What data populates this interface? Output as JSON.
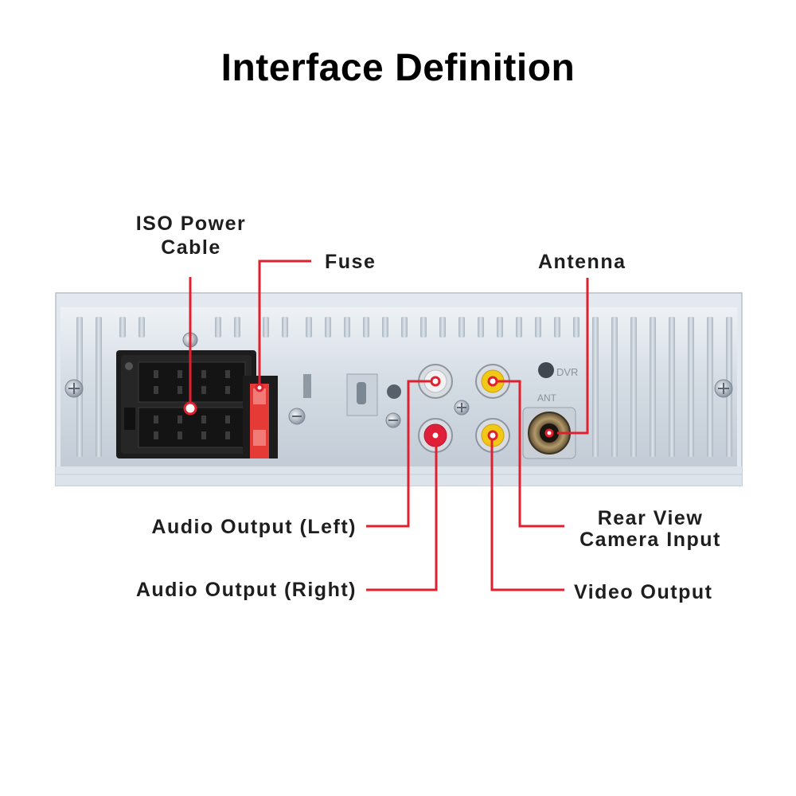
{
  "title": "Interface Definition",
  "labels": {
    "iso_power_cable": [
      "ISO Power",
      "Cable"
    ],
    "fuse": "Fuse",
    "antenna": "Antenna",
    "audio_output_left": "Audio Output (Left)",
    "audio_output_right": "Audio Output (Right)",
    "rear_view_camera_input": [
      "Rear View",
      "Camera Input"
    ],
    "video_output": "Video Output"
  },
  "panel_markings": {
    "dvr": "DVR",
    "ant": "ANT"
  },
  "colors": {
    "leader_line": "#e0202e",
    "panel": "#d6dde5",
    "rca_white": "#f2f2f2",
    "rca_red": "#e0203a",
    "rca_yellow": "#f2c817",
    "fuse": "#e53a35"
  }
}
